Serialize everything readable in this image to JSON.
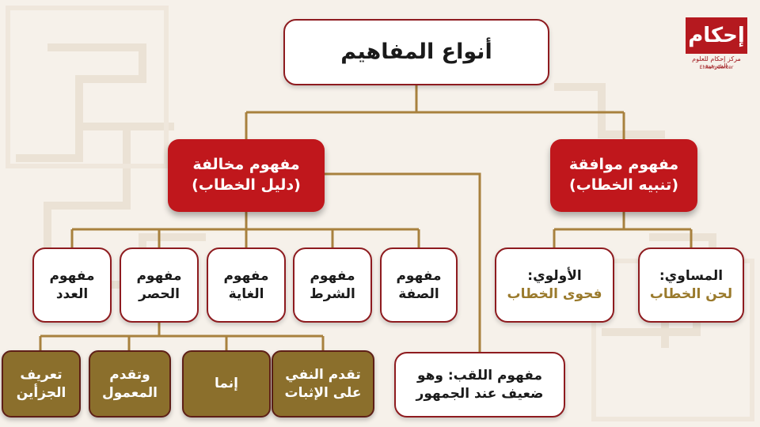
{
  "title": "أنواع المفاهيم",
  "logo": {
    "name": "إحكام",
    "subtitle": "مركز إحكام للعلوم الشرعية",
    "tagline": "Ehkam Center"
  },
  "muwafaqa": {
    "line1": "مفهوم موافقة",
    "line2": "(تنبيه الخطاب)"
  },
  "mukhalafa": {
    "line1": "مفهوم مخالفة",
    "line2": "(دليل الخطاب)"
  },
  "muwafaqa_children": [
    {
      "line1": "المساوي:",
      "line2": "لحن الخطاب"
    },
    {
      "line1": "الأولوي:",
      "line2": "فحوى الخطاب"
    }
  ],
  "mukhalafa_children": [
    {
      "line1": "مفهوم",
      "line2": "الصفة"
    },
    {
      "line1": "مفهوم",
      "line2": "الشرط"
    },
    {
      "line1": "مفهوم",
      "line2": "الغاية"
    },
    {
      "line1": "مفهوم",
      "line2": "الحصر"
    },
    {
      "line1": "مفهوم",
      "line2": "العدد"
    }
  ],
  "laqab": {
    "line1": "مفهوم اللقب: وهو",
    "line2": "ضعيف عند الجمهور"
  },
  "hasr_children": [
    {
      "line1": "تقدم النفي",
      "line2": "على الإثبات"
    },
    {
      "line1": "إنما",
      "line2": ""
    },
    {
      "line1": "وتقدم",
      "line2": "المعمول"
    },
    {
      "line1": "تعريف",
      "line2": "الجزأين"
    }
  ],
  "colors": {
    "connector": "#a8813e",
    "red_box": "#c0171c",
    "gold_box": "#8b6f2c",
    "gold_text": "#9a7a2c",
    "border": "#8e1b1f",
    "background": "#f6f1ea"
  }
}
